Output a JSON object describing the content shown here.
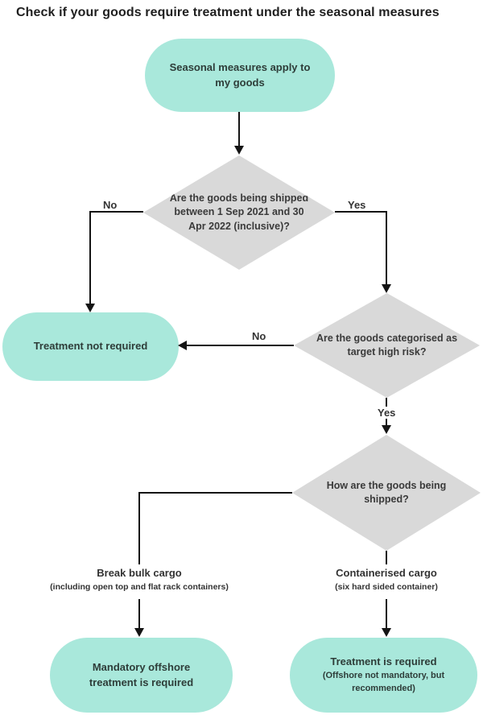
{
  "title": "Check if your goods require treatment under the seasonal measures",
  "flowchart": {
    "start": {
      "label": "Seasonal measures apply to my goods"
    },
    "decision_shipping_window": {
      "label": "Are the goods being shipped between 1 Sep 2021 and 30 Apr 2022 (inclusive)?"
    },
    "outcome_no_treatment": {
      "label": "Treatment not required"
    },
    "decision_high_risk": {
      "label": "Are the goods categorised as target high risk?"
    },
    "decision_shipping_method": {
      "label": "How are the goods being shipped?"
    },
    "outcome_mandatory_offshore": {
      "label": "Mandatory offshore treatment is required"
    },
    "outcome_treatment_required": {
      "label": "Treatment is required",
      "sublabel": "(Offshore not mandatory, but recommended)"
    },
    "edge_labels": {
      "shipping_window_no": "No",
      "shipping_window_yes": "Yes",
      "high_risk_no": "No",
      "high_risk_yes": "Yes",
      "break_bulk": {
        "label": "Break bulk cargo",
        "sublabel": "(including open top and flat rack containers)"
      },
      "containerised": {
        "label": "Containerised cargo",
        "sublabel": "(six hard sided container)"
      }
    }
  },
  "colors": {
    "terminal_fill": "#a9e8db",
    "decision_fill": "#d9d9d9",
    "connector": "#141414",
    "background": "#ffffff"
  }
}
